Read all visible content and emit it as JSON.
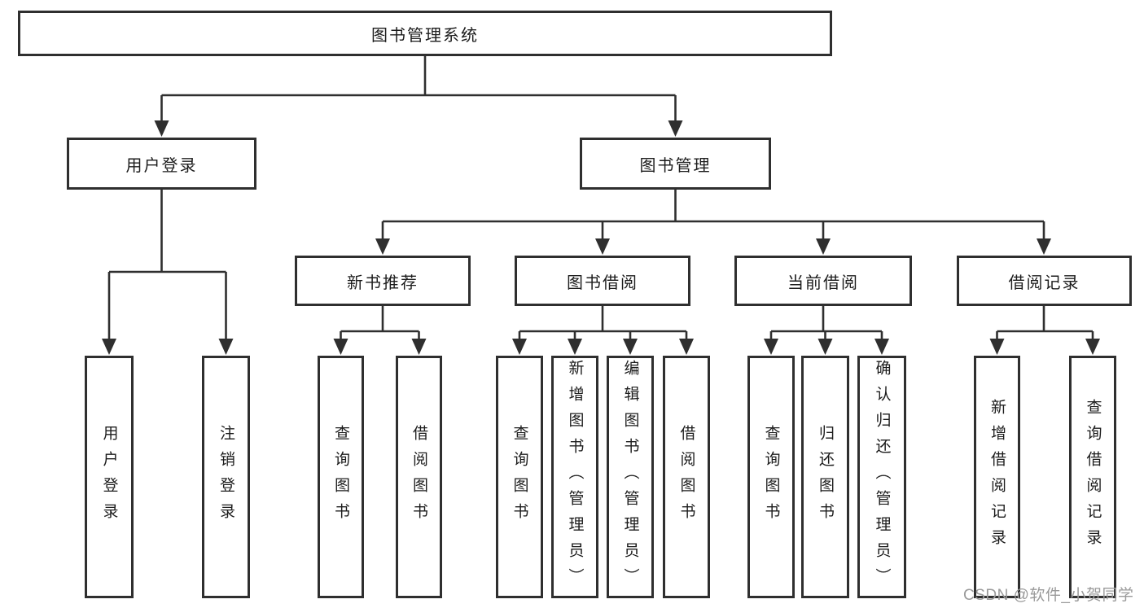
{
  "diagram": {
    "title": "图书管理系统",
    "type": "functional-structure-tree",
    "watermark": "CSDN @软件_小贺同学"
  },
  "nodes": {
    "root": "图书管理系统",
    "user_login": "用户登录",
    "book_mgmt": "图书管理",
    "new_book_rec": "新书推荐",
    "book_borrow": "图书借阅",
    "current_borrow": "当前借阅",
    "borrow_records": "借阅记录",
    "ul_login": "用户登录",
    "ul_logout": "注销登录",
    "nb_query": "查询图书",
    "nb_borrow": "借阅图书",
    "bb_query": "查询图书",
    "bb_add": "新增图书（管理员）",
    "bb_edit": "编辑图书（管理员）",
    "bb_borrow": "借阅图书",
    "cb_query": "查询图书",
    "cb_return": "归还图书",
    "cb_confirm": "确认归还（管理员）",
    "br_add": "新增借阅记录",
    "br_query": "查询借阅记录"
  },
  "hierarchy": {
    "图书管理系统": {
      "用户登录": [
        "用户登录",
        "注销登录"
      ],
      "图书管理": {
        "新书推荐": [
          "查询图书",
          "借阅图书"
        ],
        "图书借阅": [
          "查询图书",
          "新增图书（管理员）",
          "编辑图书（管理员）",
          "借阅图书"
        ],
        "当前借阅": [
          "查询图书",
          "归还图书",
          "确认归还（管理员）"
        ],
        "借阅记录": [
          "新增借阅记录",
          "查询借阅记录"
        ]
      }
    }
  },
  "colors": {
    "line": "#2f2f2f",
    "box_border": "#2f2f2f",
    "text": "#1c1c1c",
    "watermark": "#9a9a9a",
    "background": "#ffffff"
  }
}
